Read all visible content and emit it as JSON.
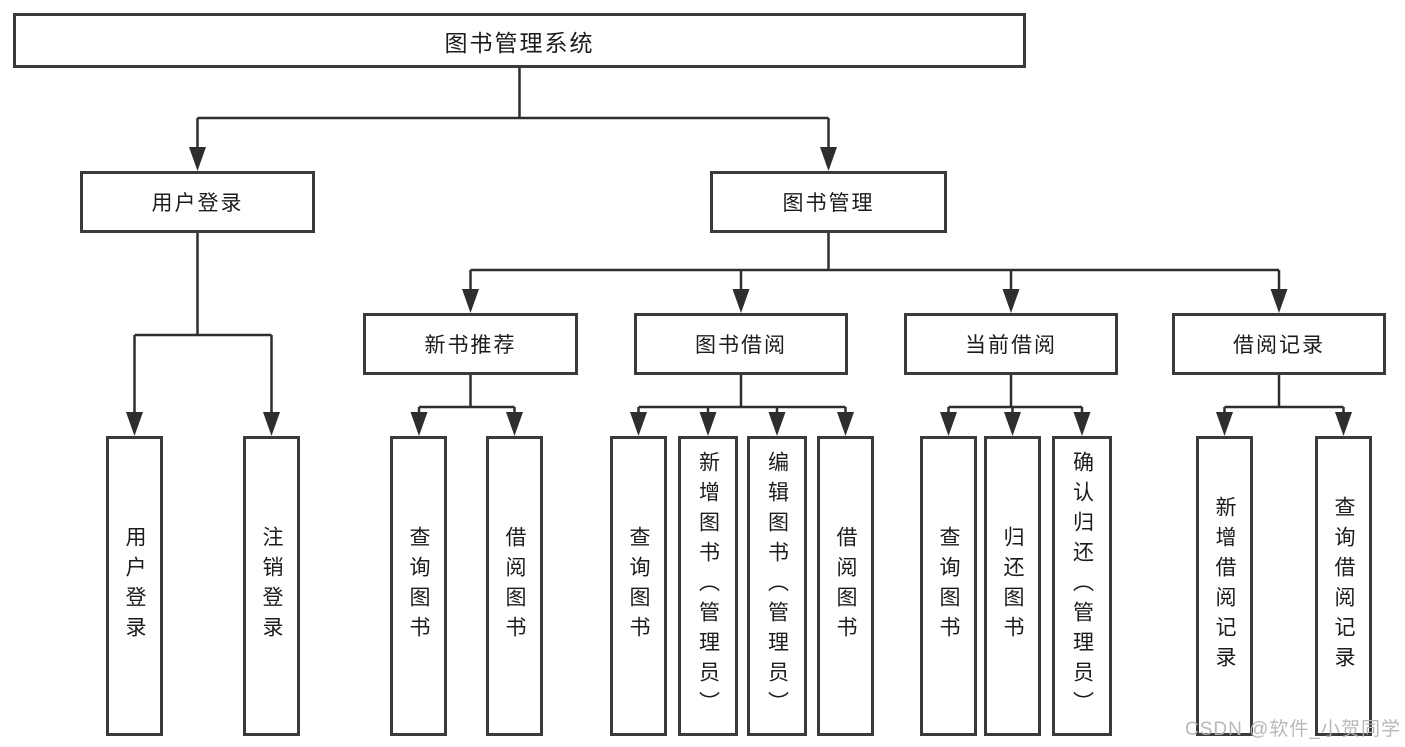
{
  "diagram": {
    "type": "hierarchy-tree",
    "title": "图书管理系统",
    "watermark": "CSDN @软件_小贺同学",
    "colors": {
      "background": "#ffffff",
      "box_border": "#3a3a3a",
      "connector_line": "#2e2e2e",
      "text": "#1c1c1c",
      "watermark_text": "#b5b5b5"
    },
    "nodes": {
      "root": {
        "label": "图书管理系统"
      },
      "user_login": {
        "label": "用户登录"
      },
      "book_mgmt": {
        "label": "图书管理"
      },
      "new_book_rec": {
        "label": "新书推荐"
      },
      "book_borrow": {
        "label": "图书借阅"
      },
      "current_borrow": {
        "label": "当前借阅"
      },
      "borrow_record": {
        "label": "借阅记录"
      },
      "leaf_user_login": {
        "label": "用户登录"
      },
      "leaf_logout": {
        "label": "注销登录"
      },
      "leaf_nbr_query_book": {
        "label": "查询图书"
      },
      "leaf_nbr_borrow_book": {
        "label": "借阅图书"
      },
      "leaf_bb_query_book": {
        "label": "查询图书"
      },
      "leaf_bb_add_book": {
        "label": "新增图书（管理员）"
      },
      "leaf_bb_edit_book": {
        "label": "编辑图书（管理员）"
      },
      "leaf_bb_borrow_book": {
        "label": "借阅图书"
      },
      "leaf_cb_query_book": {
        "label": "查询图书"
      },
      "leaf_cb_return_book": {
        "label": "归还图书"
      },
      "leaf_cb_confirm_return": {
        "label": "确认归还（管理员）"
      },
      "leaf_br_add_record": {
        "label": "新增借阅记录"
      },
      "leaf_br_query_record": {
        "label": "查询借阅记录"
      }
    },
    "edges": [
      [
        "root",
        "user_login"
      ],
      [
        "root",
        "book_mgmt"
      ],
      [
        "user_login",
        "leaf_user_login"
      ],
      [
        "user_login",
        "leaf_logout"
      ],
      [
        "book_mgmt",
        "new_book_rec"
      ],
      [
        "book_mgmt",
        "book_borrow"
      ],
      [
        "book_mgmt",
        "current_borrow"
      ],
      [
        "book_mgmt",
        "borrow_record"
      ],
      [
        "new_book_rec",
        "leaf_nbr_query_book"
      ],
      [
        "new_book_rec",
        "leaf_nbr_borrow_book"
      ],
      [
        "book_borrow",
        "leaf_bb_query_book"
      ],
      [
        "book_borrow",
        "leaf_bb_add_book"
      ],
      [
        "book_borrow",
        "leaf_bb_edit_book"
      ],
      [
        "book_borrow",
        "leaf_bb_borrow_book"
      ],
      [
        "current_borrow",
        "leaf_cb_query_book"
      ],
      [
        "current_borrow",
        "leaf_cb_return_book"
      ],
      [
        "current_borrow",
        "leaf_cb_confirm_return"
      ],
      [
        "borrow_record",
        "leaf_br_add_record"
      ],
      [
        "borrow_record",
        "leaf_br_query_record"
      ]
    ]
  }
}
